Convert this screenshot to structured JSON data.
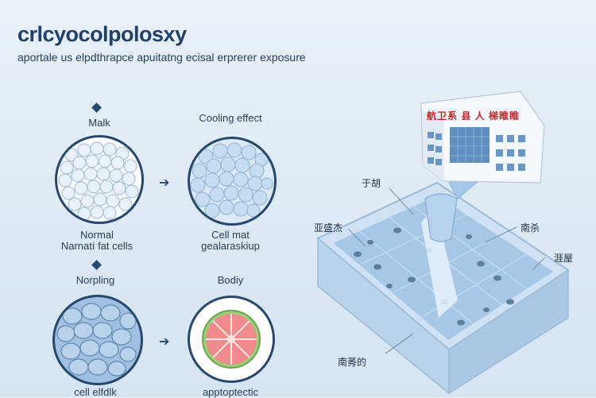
{
  "title": "crlcyocolpolosxy",
  "subtitle": "aportale us elpdthrapce apuitatng ecisal erprerer exposure",
  "left": {
    "top_left_header": "Malk",
    "top_right_header": "Cooling effect",
    "top_left_caption_1": "Normal",
    "top_left_caption_2": "Narnatí fat cells",
    "top_right_caption_1": "Cell mat",
    "top_right_caption_2": "gealaraskiup",
    "bottom_left_header": "Norpling",
    "bottom_right_header": "Bodiy",
    "bottom_left_caption": "cell elfdlk",
    "bottom_right_caption": "apptoptectic"
  },
  "right": {
    "building_sign": "航卫系 县 人 梯睢睢",
    "label_top": "于胡",
    "label_left": "亚盛杰",
    "label_right": "南杀",
    "label_far_right": "涯屋",
    "label_bottom": "南莠的"
  },
  "colors": {
    "accent": "#24486f",
    "cell_blue": "#bfd7ee",
    "bath_blue": "#a9c9e6",
    "grapefruit": "#e56b6f"
  }
}
